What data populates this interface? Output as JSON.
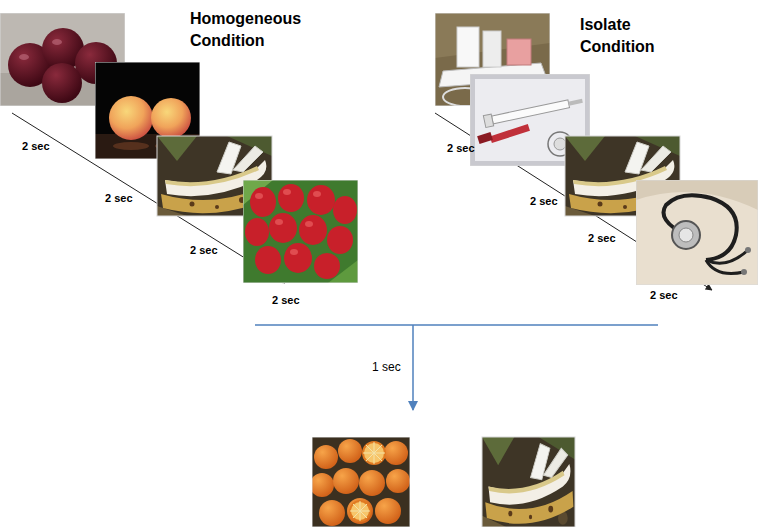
{
  "diagram": {
    "labels": [
      "Homogeneous Condition",
      "Isolate Condition",
      "2 sec",
      "2 sec",
      "2 sec",
      "2 sec",
      "2 sec",
      "2 sec",
      "2 sec",
      "2 sec",
      "1 sec"
    ]
  }
}
